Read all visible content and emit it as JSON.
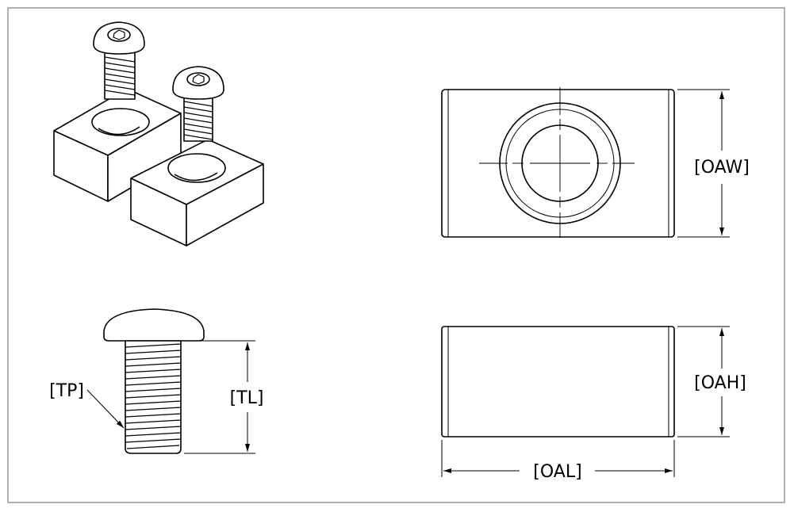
{
  "labels": {
    "oaw": "[OAW]",
    "oah": "[OAH]",
    "oal": "[OAL]",
    "tl": "[TL]",
    "tp": "[TP]"
  },
  "colors": {
    "frame": "#b0b0b0",
    "line": "#000000",
    "page": "#ffffff"
  }
}
